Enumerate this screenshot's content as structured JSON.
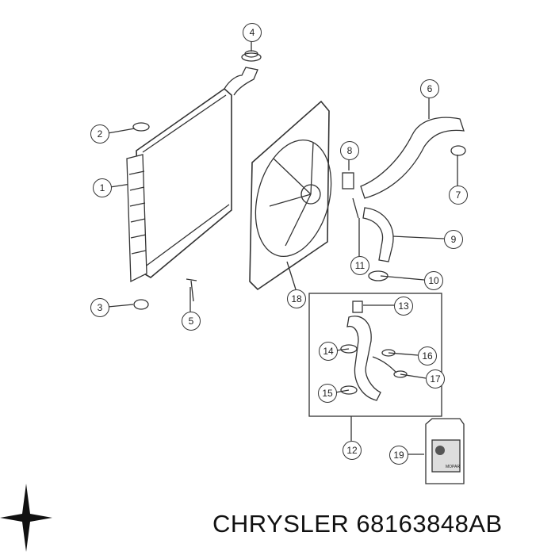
{
  "caption": {
    "brand": "CHRYSLER",
    "part_number": "68163848AB"
  },
  "logo": {
    "icon": "chrysler-star-icon"
  },
  "coolant_label": "MOPAR",
  "callouts": [
    "1",
    "2",
    "3",
    "4",
    "5",
    "6",
    "7",
    "8",
    "9",
    "10",
    "11",
    "12",
    "13",
    "14",
    "15",
    "16",
    "17",
    "18",
    "19"
  ]
}
